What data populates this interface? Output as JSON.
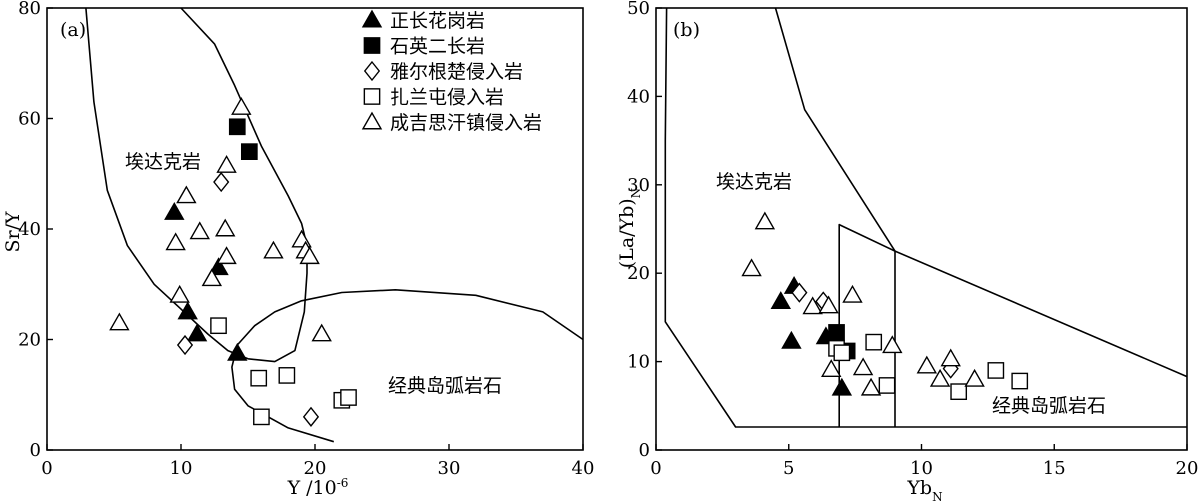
{
  "chart_data": [
    {
      "type": "scatter",
      "panel_label": "(a)",
      "xlabel": "Y /10-6",
      "ylabel": "Sr/Y",
      "xlim": [
        0,
        40
      ],
      "ylim": [
        0,
        80
      ],
      "xticks": [
        0,
        10,
        20,
        30,
        40
      ],
      "yticks": [
        0,
        20,
        40,
        60,
        80
      ],
      "grid": false,
      "legend_position": "top-right",
      "region_labels": [
        "埃达克岩",
        "经典岛弧岩石"
      ],
      "series": [
        {
          "name": "正长花岗岩",
          "marker": "filled-triangle",
          "points": [
            [
              9.5,
              43
            ],
            [
              10.5,
              25
            ],
            [
              11.2,
              21
            ],
            [
              12.8,
              33
            ],
            [
              14.2,
              17.5
            ]
          ]
        },
        {
          "name": "石英二长岩",
          "marker": "filled-square",
          "points": [
            [
              14.2,
              58.5
            ],
            [
              15.1,
              54
            ]
          ]
        },
        {
          "name": "雅尔根楚侵入岩",
          "marker": "open-diamond",
          "points": [
            [
              13.0,
              48.5
            ],
            [
              10.3,
              19
            ],
            [
              19.7,
              6
            ]
          ]
        },
        {
          "name": "扎兰屯侵入岩",
          "marker": "open-square",
          "points": [
            [
              12.8,
              22.5
            ],
            [
              15.8,
              13
            ],
            [
              16.0,
              6
            ],
            [
              17.9,
              13.5
            ],
            [
              22.0,
              9
            ],
            [
              22.5,
              9.5
            ]
          ]
        },
        {
          "name": "成吉思汗镇侵入岩",
          "marker": "open-triangle",
          "points": [
            [
              14.5,
              62
            ],
            [
              13.4,
              51.5
            ],
            [
              10.4,
              46
            ],
            [
              9.6,
              37.5
            ],
            [
              11.4,
              39.5
            ],
            [
              13.3,
              40
            ],
            [
              13.4,
              35
            ],
            [
              12.3,
              31
            ],
            [
              16.9,
              36
            ],
            [
              19.0,
              38
            ],
            [
              19.3,
              36
            ],
            [
              19.6,
              35
            ],
            [
              9.9,
              28
            ],
            [
              5.4,
              23
            ],
            [
              20.5,
              21
            ]
          ]
        }
      ],
      "boundaries": [
        {
          "label": "埃达克岩",
          "points": [
            [
              2.9,
              80
            ],
            [
              3.5,
              63
            ],
            [
              4.5,
              47
            ],
            [
              6,
              37
            ],
            [
              8,
              30
            ],
            [
              10,
              25.5
            ],
            [
              12,
              21
            ],
            [
              13.5,
              18
            ],
            [
              15,
              16.5
            ],
            [
              17,
              16
            ],
            [
              18.5,
              18
            ],
            [
              19.2,
              25
            ],
            [
              19.4,
              32
            ],
            [
              19.4,
              37
            ],
            [
              19,
              41
            ],
            [
              18,
              46
            ],
            [
              16,
              55
            ],
            [
              14,
              66
            ],
            [
              12.5,
              73.5
            ],
            [
              10,
              80
            ]
          ]
        },
        {
          "label": "经典岛弧岩石",
          "points": [
            [
              21.4,
              1.5
            ],
            [
              18,
              4
            ],
            [
              15,
              8
            ],
            [
              14,
              11
            ],
            [
              13.8,
              15
            ],
            [
              14.2,
              19
            ],
            [
              15.5,
              22.5
            ],
            [
              17,
              25
            ],
            [
              19,
              27
            ],
            [
              22,
              28.5
            ],
            [
              26,
              29
            ],
            [
              32,
              28
            ],
            [
              37,
              25
            ],
            [
              40,
              20
            ]
          ]
        }
      ]
    },
    {
      "type": "scatter",
      "panel_label": "(b)",
      "xlabel": "YbN",
      "ylabel": "(La/Yb)N",
      "xlim": [
        0,
        20
      ],
      "ylim": [
        0,
        50
      ],
      "xticks": [
        0,
        5,
        10,
        15,
        20
      ],
      "yticks": [
        0,
        10,
        20,
        30,
        40,
        50
      ],
      "grid": false,
      "region_labels": [
        "埃达克岩",
        "经典岛弧岩石"
      ],
      "series": [
        {
          "name": "正长花岗岩",
          "points": [
            [
              4.7,
              16.8
            ],
            [
              5.2,
              18.5
            ],
            [
              5.1,
              12.3
            ],
            [
              6.4,
              12.8
            ],
            [
              7.0,
              7.0
            ]
          ]
        },
        {
          "name": "石英二长岩",
          "points": [
            [
              6.8,
              13.3
            ],
            [
              7.2,
              11.2
            ]
          ]
        },
        {
          "name": "雅尔根楚侵入岩",
          "points": [
            [
              5.4,
              17.8
            ],
            [
              6.3,
              16.8
            ],
            [
              11.1,
              9.2
            ]
          ]
        },
        {
          "name": "扎兰屯侵入岩",
          "points": [
            [
              6.8,
              11.5
            ],
            [
              7.0,
              11.0
            ],
            [
              8.2,
              12.2
            ],
            [
              8.7,
              7.3
            ],
            [
              11.4,
              6.6
            ],
            [
              12.8,
              9.0
            ],
            [
              13.7,
              7.8
            ]
          ]
        },
        {
          "name": "成吉思汗镇侵入岩",
          "points": [
            [
              4.1,
              25.8
            ],
            [
              3.6,
              20.5
            ],
            [
              5.9,
              16.2
            ],
            [
              6.5,
              16.3
            ],
            [
              7.4,
              17.5
            ],
            [
              6.6,
              9.1
            ],
            [
              7.8,
              9.3
            ],
            [
              8.1,
              7.0
            ],
            [
              8.9,
              11.8
            ],
            [
              10.2,
              9.5
            ],
            [
              10.7,
              8.0
            ],
            [
              11.1,
              10.3
            ],
            [
              12.0,
              8.0
            ]
          ]
        }
      ],
      "boundaries": [
        {
          "label": "outer",
          "points": [
            [
              0.4,
              50
            ],
            [
              0.35,
              35
            ],
            [
              0.35,
              14.5
            ],
            [
              3.0,
              2.6
            ],
            [
              20,
              2.6
            ]
          ]
        },
        {
          "label": "埃达克岩",
          "points": [
            [
              4.5,
              50
            ],
            [
              5.6,
              38.5
            ],
            [
              9.0,
              22.5
            ]
          ]
        },
        {
          "label": "inner-box",
          "points": [
            [
              6.9,
              2.6
            ],
            [
              6.9,
              25.5
            ],
            [
              9.0,
              22.5
            ],
            [
              9.0,
              2.6
            ]
          ]
        },
        {
          "label": "经典岛弧岩石",
          "points": [
            [
              9.0,
              22.5
            ],
            [
              20,
              8.3
            ]
          ]
        }
      ]
    }
  ]
}
